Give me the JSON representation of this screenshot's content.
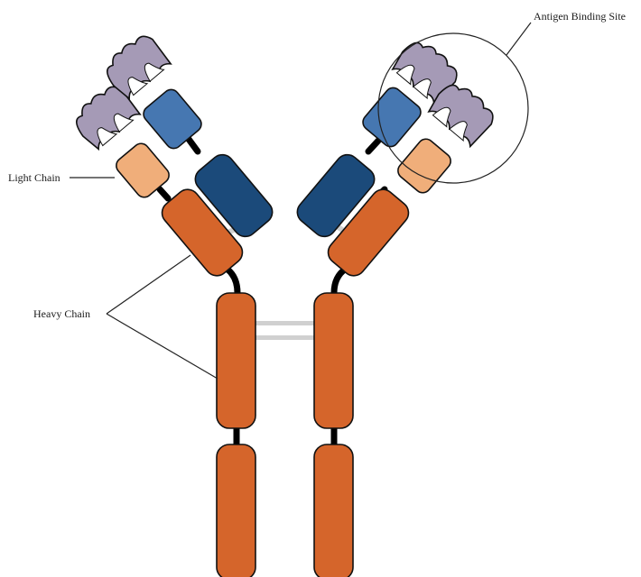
{
  "labels": {
    "antigen_binding_site": "Antigen Binding Site",
    "light_chain": "Light Chain",
    "heavy_chain": "Heavy Chain"
  },
  "colors": {
    "heavy_chain": "#d5652b",
    "heavy_variable": "#1b4a7a",
    "light_variable": "#4677b1",
    "light_constant": "#f0ae7a",
    "antigen": "#a59ab6",
    "antigen_inner": "#ffffff",
    "disulfide_bond": "#d0d0d0",
    "hinge": "#000000"
  }
}
